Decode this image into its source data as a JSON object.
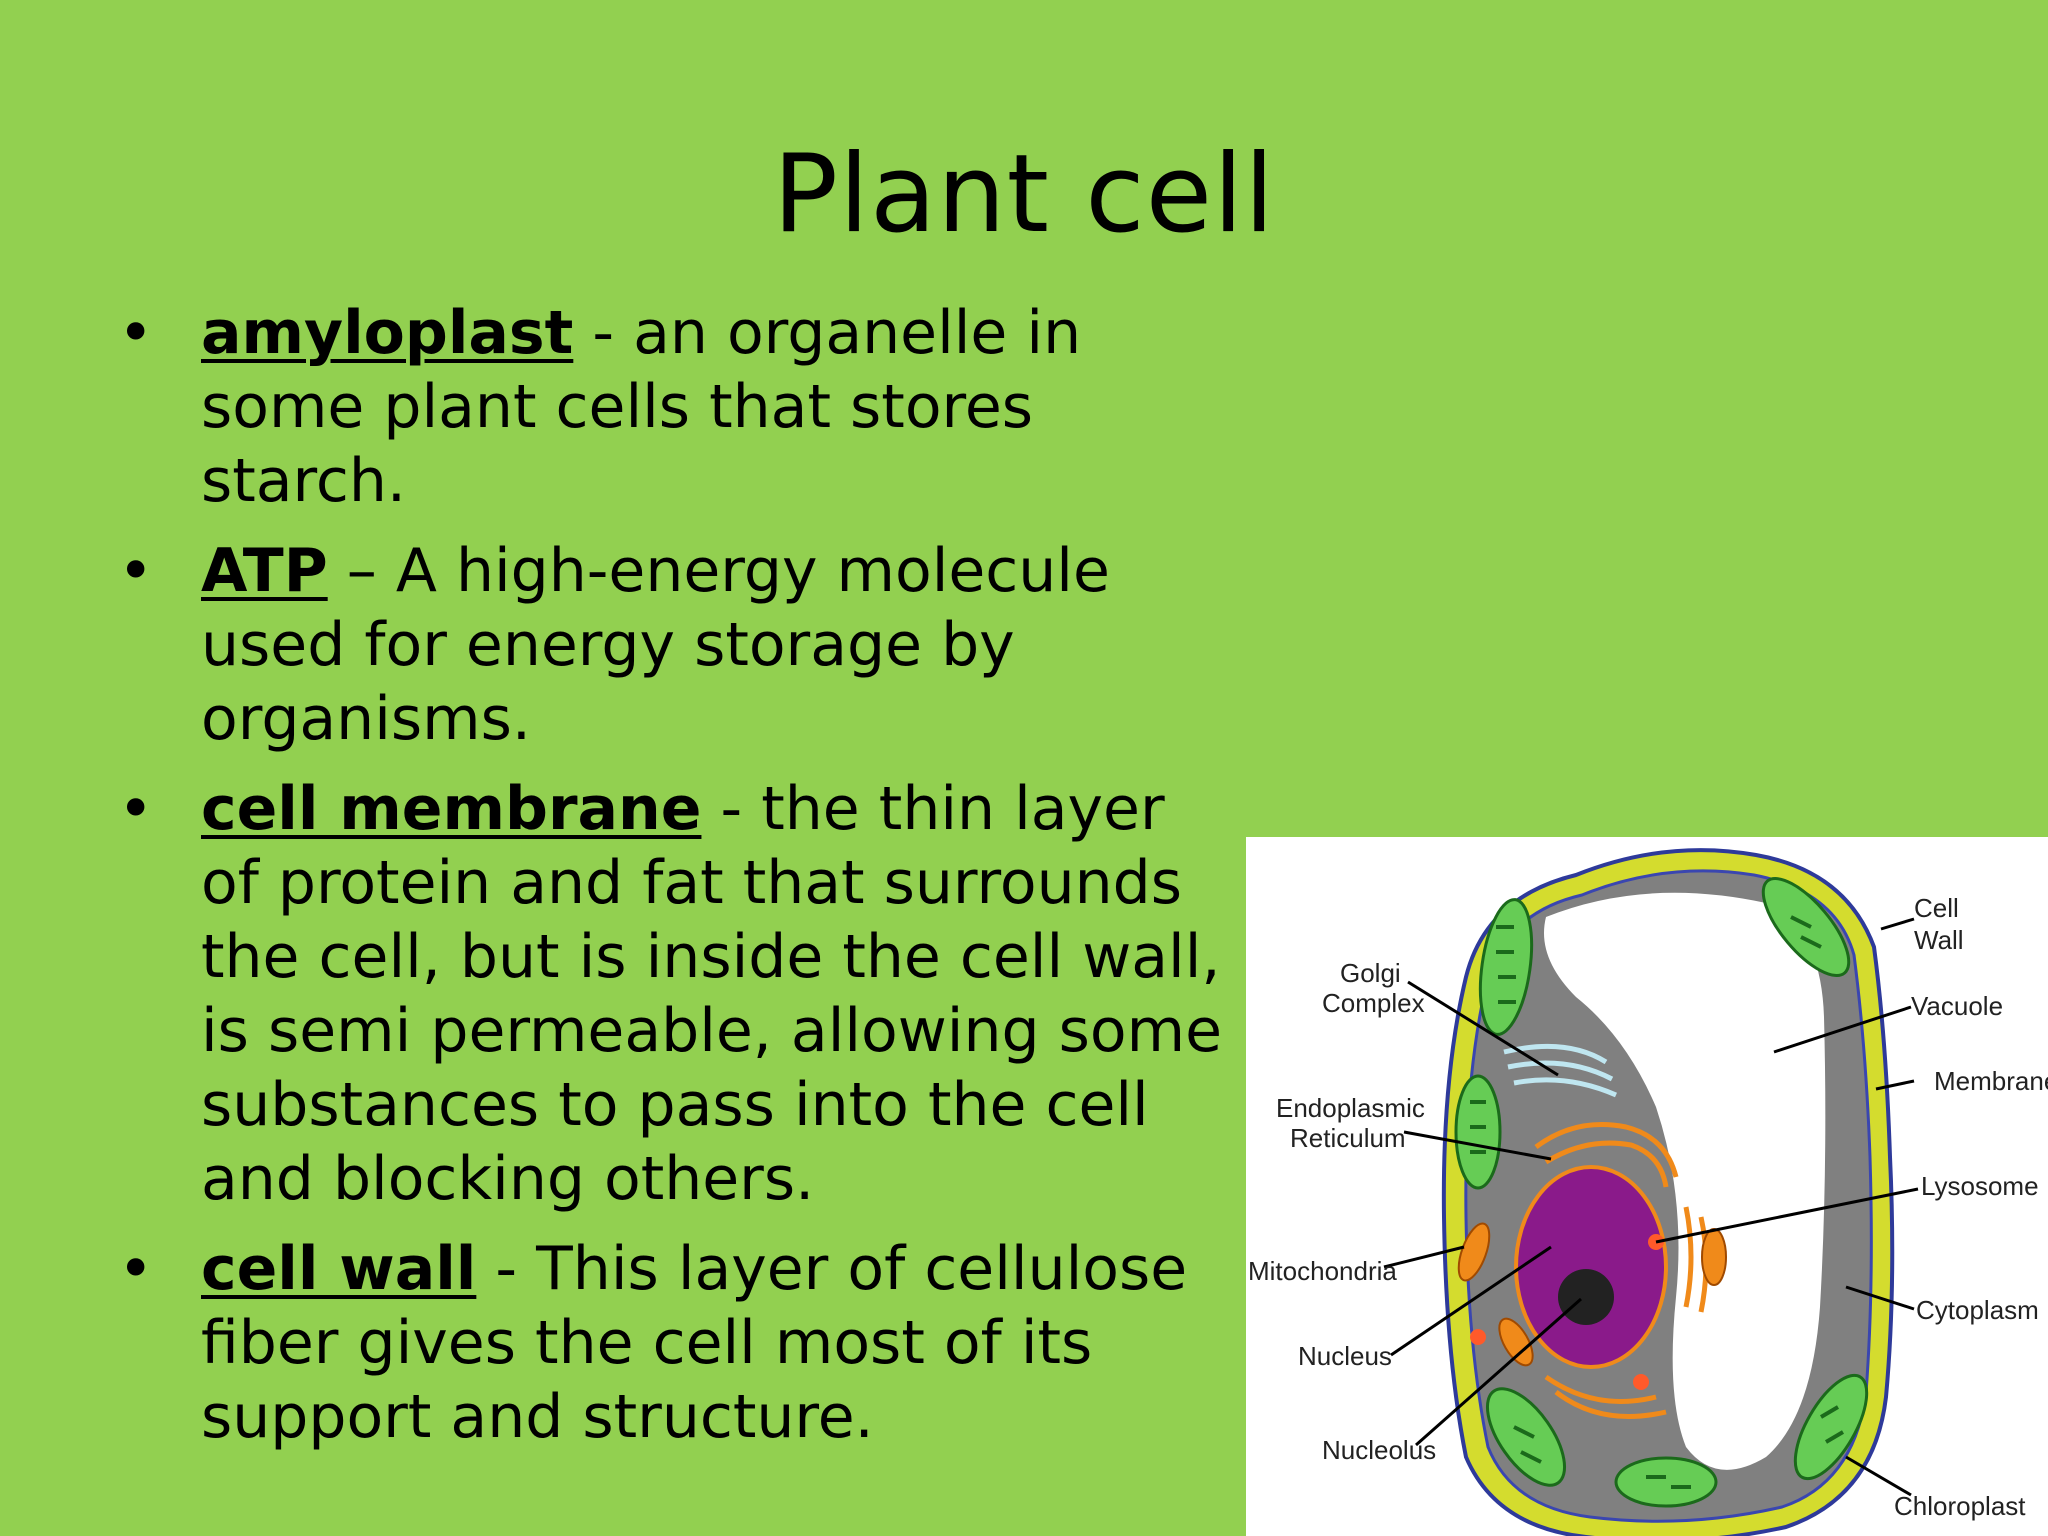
{
  "slide": {
    "title": "Plant cell",
    "bullets": [
      {
        "term": "amyloplast",
        "definition": " - an organelle in some plant cells that stores starch."
      },
      {
        "term": "ATP",
        "definition": " – A high-energy molecule used for energy storage by organisms."
      },
      {
        "term": "cell membrane",
        "definition": " - the thin layer of protein and fat that surrounds the cell, but is inside the cell wall, is semi permeable, allowing some substances to pass into the cell and blocking others."
      },
      {
        "term": "cell wall",
        "definition": " - This layer of cellulose fiber gives the cell most of its support and structure."
      }
    ]
  },
  "diagram": {
    "labels": {
      "cell_wall_1": "Cell",
      "cell_wall_2": "Wall",
      "vacuole": "Vacuole",
      "membrane": "Membrane",
      "lysosome": "Lysosome",
      "cytoplasm": "Cytoplasm",
      "chloroplast": "Chloroplast",
      "golgi_1": "Golgi",
      "golgi_2": "Complex",
      "er_1": "Endoplasmic",
      "er_2": "Reticulum",
      "mitochondria": "Mitochondria",
      "nucleus": "Nucleus",
      "nucleolus": "Nucleolus"
    },
    "colors": {
      "cell_wall": "#d4dc2e",
      "membrane": "#3a46b0",
      "cytoplasm": "#808080",
      "vacuole": "#ffffff",
      "chloroplast": "#66cc55",
      "nucleus": "#8a1a8a",
      "nucleolus": "#222222",
      "er": "#f08a1a",
      "golgi": "#bfe6f0",
      "lysosome": "#ff5a2a"
    }
  }
}
